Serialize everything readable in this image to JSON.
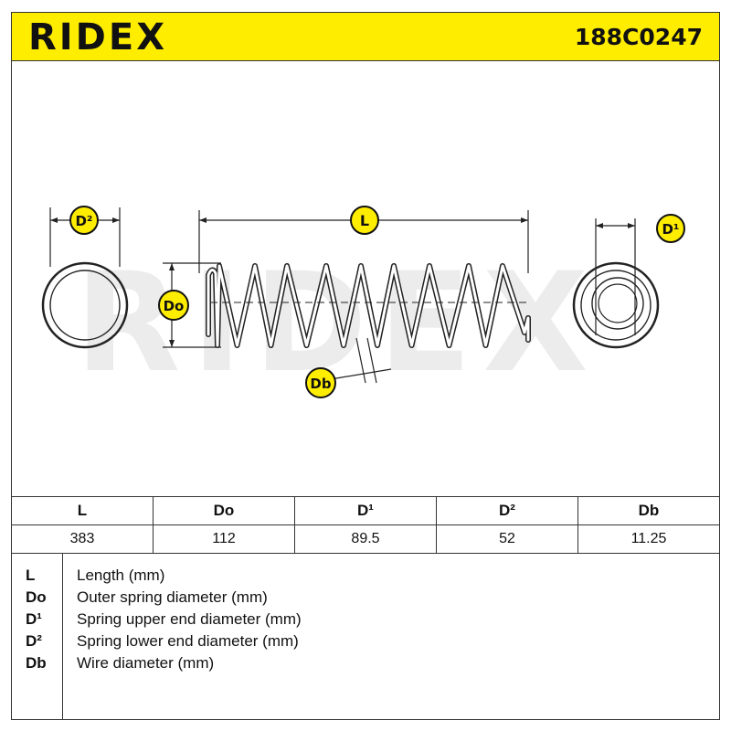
{
  "header": {
    "brand": "RIDEX",
    "part_number": "188C0247",
    "background_color": "#ffed00"
  },
  "watermark": "RIDEX",
  "diagram": {
    "labels": {
      "d2": "D²",
      "l": "L",
      "d1": "D¹",
      "do": "Do",
      "db": "Db"
    },
    "badge_color": "#ffed00"
  },
  "dimensions_table": {
    "columns": [
      "L",
      "Do",
      "D¹",
      "D²",
      "Db"
    ],
    "values": [
      "383",
      "112",
      "89.5",
      "52",
      "11.25"
    ]
  },
  "legend": [
    {
      "key": "L",
      "description": "Length (mm)"
    },
    {
      "key": "Do",
      "description": "Outer spring diameter (mm)"
    },
    {
      "key": "D¹",
      "description": "Spring upper end diameter (mm)"
    },
    {
      "key": "D²",
      "description": "Spring lower end diameter (mm)"
    },
    {
      "key": "Db",
      "description": "Wire diameter (mm)"
    }
  ]
}
